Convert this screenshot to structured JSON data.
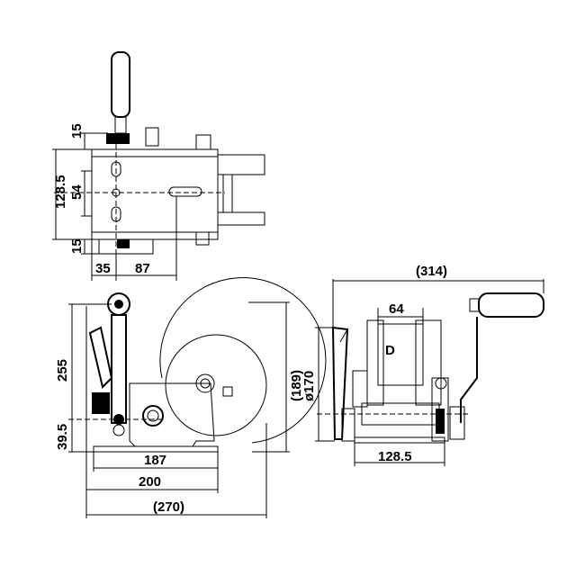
{
  "dimensions": {
    "top_15_upper": "15",
    "top_128_5": "128.5",
    "top_54": "54",
    "top_15_lower": "15",
    "top_35": "35",
    "top_87": "87",
    "side_255": "255",
    "side_39_5": "39.5",
    "side_187": "187",
    "side_200": "200",
    "side_270": "(270)",
    "side_189": "(189)",
    "front_314": "(314)",
    "front_64": "64",
    "front_170": "ø170",
    "front_128_5": "128.5"
  },
  "labels": {
    "drum_letter": "D"
  }
}
